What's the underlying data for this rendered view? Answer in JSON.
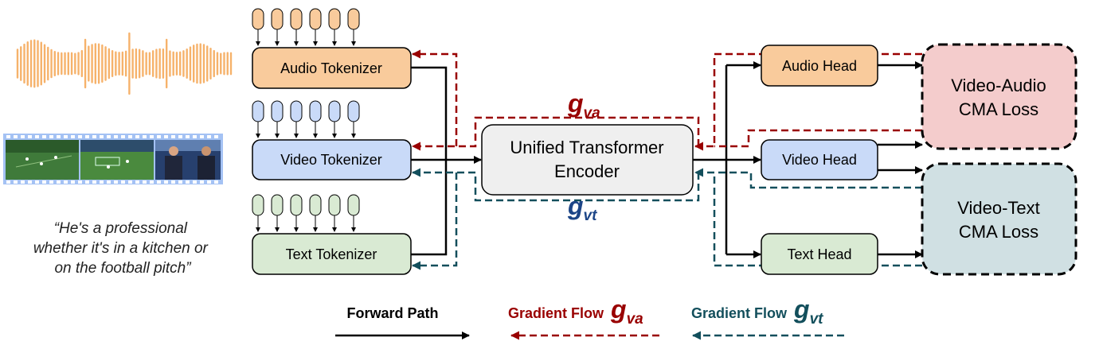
{
  "colors": {
    "audio_fill": "#f9cb9c",
    "video_fill": "#c9daf8",
    "text_fill": "#d9ead3",
    "encoder_fill": "#efefef",
    "va_loss_fill": "#f4cccc",
    "vt_loss_fill": "#d0e0e3",
    "gradient_va": "#990000",
    "gradient_vt": "#134f5c",
    "g_va_label": "#990000",
    "g_vt_label": "#1c4587",
    "waveform": "#f6b26b",
    "film_strip": "#a4c2f4"
  },
  "input": {
    "caption_lines": [
      "“He's a professional",
      "whether it's in a kitchen or",
      "on the football pitch”"
    ]
  },
  "tokenizers": {
    "audio": "Audio Tokenizer",
    "video": "Video Tokenizer",
    "text": "Text Tokenizer"
  },
  "encoder": {
    "line1": "Unified Transformer",
    "line2": "Encoder"
  },
  "heads": {
    "audio": "Audio Head",
    "video": "Video Head",
    "text": "Text Head"
  },
  "losses": {
    "video_audio": {
      "line1": "Video-Audio",
      "line2": "CMA Loss"
    },
    "video_text": {
      "line1": "Video-Text",
      "line2": "CMA Loss"
    }
  },
  "gradient_labels": {
    "va": {
      "base": "g",
      "sub": "va"
    },
    "vt": {
      "base": "g",
      "sub": "vt"
    }
  },
  "legend": {
    "forward": "Forward Path",
    "gradient_va_prefix": "Gradient Flow",
    "gradient_vt_prefix": "Gradient Flow"
  }
}
